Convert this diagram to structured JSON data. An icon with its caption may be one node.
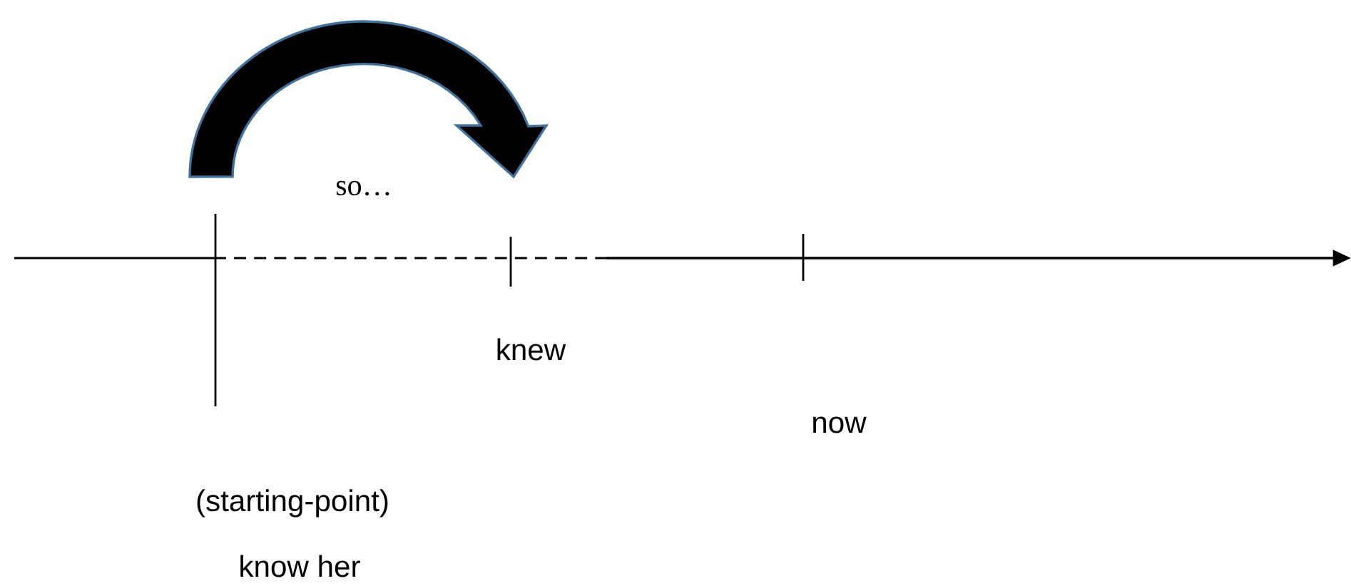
{
  "diagram": {
    "labels": [
      "so…",
      "knew",
      "now",
      "(starting-point)",
      "know her"
    ]
  }
}
